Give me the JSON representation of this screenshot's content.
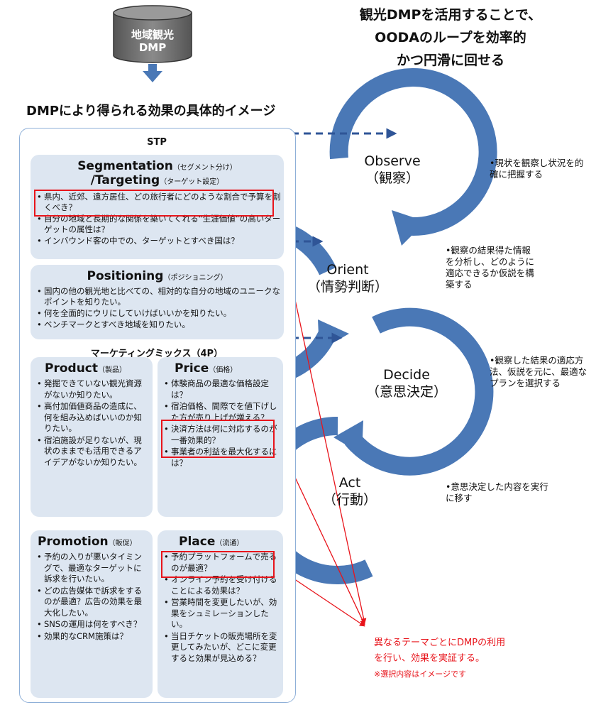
{
  "database": {
    "label_line1": "地域観光",
    "label_line2": "DMP"
  },
  "headline": {
    "line1": "観光DMPを活用することで、",
    "line2": "OODAのループを効率的",
    "line3": "かつ円滑に回せる"
  },
  "subtitle": "DMPにより得られる効果の具体的イメージ",
  "stp": {
    "label": "STP",
    "segmentation": {
      "title_line1": "Segmentation",
      "title_line1_paren": "（セグメント分け）",
      "title_line2": "/Targeting",
      "title_line2_paren": "（ターゲット設定）",
      "bullets": [
        "県内、近郊、遠方居住、どの旅行者にどのような割合で予算を割くべき？",
        "自分の地域と長期的な関係を築いてくれる“生涯価値”の高いターゲットの属性は？",
        "インバウンド客の中での、ターゲットとすべき国は？"
      ]
    },
    "positioning": {
      "title": "Positioning",
      "title_paren": "（ポジショニング）",
      "bullets": [
        "国内の他の観光地と比べての、相対的な自分の地域のユニークなポイントを知りたい。",
        "何を全面的にウリにしていけばいいかを知りたい。",
        "ベンチマークとすべき地域を知りたい。"
      ]
    }
  },
  "marketing_mix": {
    "label": "マーケティングミックス（4P）",
    "product": {
      "title": "Product",
      "title_paren": "（製品）",
      "bullets": [
        "発掘できていない観光資源がないか知りたい。",
        "高付加価値商品の造成に、何を組み込めばいいのか知りたい。",
        "宿泊施設が足りないが、現状のままでも活用できるアイデアがないか知りたい。"
      ]
    },
    "price": {
      "title": "Price",
      "title_paren": "（価格）",
      "bullets": [
        "体験商品の最適な価格設定は？",
        "宿泊価格、間際でを値下げした方が売り上げが増える？",
        "決済方法は何に対応するのが一番効果的？",
        "事業者の利益を最大化するには？"
      ]
    },
    "promotion": {
      "title": "Promotion",
      "title_paren": "（販促）",
      "bullets": [
        "予約の入りが悪いタイミングで、最適なターゲットに訴求を行いたい。",
        "どの広告媒体で訴求をするのが最適？広告の効果を最大化したい。",
        "SNSの運用は何をすべき？",
        "効果的なCRM施策は？"
      ]
    },
    "place": {
      "title": "Place",
      "title_paren": "（流通）",
      "bullets": [
        "予約プラットフォームで売るのが最適？",
        "オンライン予約を受け付けることによる効果は？",
        "営業時間を変更したいが、効果をシュミレーションしたい。",
        "当日チケットの販売場所を変更してみたいが、どこに変更すると効果が見込める？"
      ]
    }
  },
  "ooda": {
    "observe": {
      "en": "Observe",
      "ja": "（観察）",
      "note": "•現状を観察し状況を的確に把握する"
    },
    "orient": {
      "en": "Orient",
      "ja": "（情勢判断）",
      "note": "•観察の結果得た情報を分析し、どのように適応できるか仮説を構築する"
    },
    "decide": {
      "en": "Decide",
      "ja": "（意思決定）",
      "note": "•観察した結果の適応方法、仮説を元に、最適なプランを選択する"
    },
    "act": {
      "en": "Act",
      "ja": "（行動）",
      "note": "•意思決定した内容を実行に移す"
    }
  },
  "conclusion": {
    "line1": "異なるテーマごとにDMPの利用",
    "line2": "を行い、効果を実証する。",
    "line3": "※選択内容はイメージです"
  },
  "colors": {
    "loop_blue": "#4a78b6",
    "dashed_arrow": "#2f5597",
    "card_bg": "#dde6f1",
    "panel_border": "#8fb0d8",
    "highlight_red": "#e8141b",
    "db_gray": "#6b6b6b"
  }
}
